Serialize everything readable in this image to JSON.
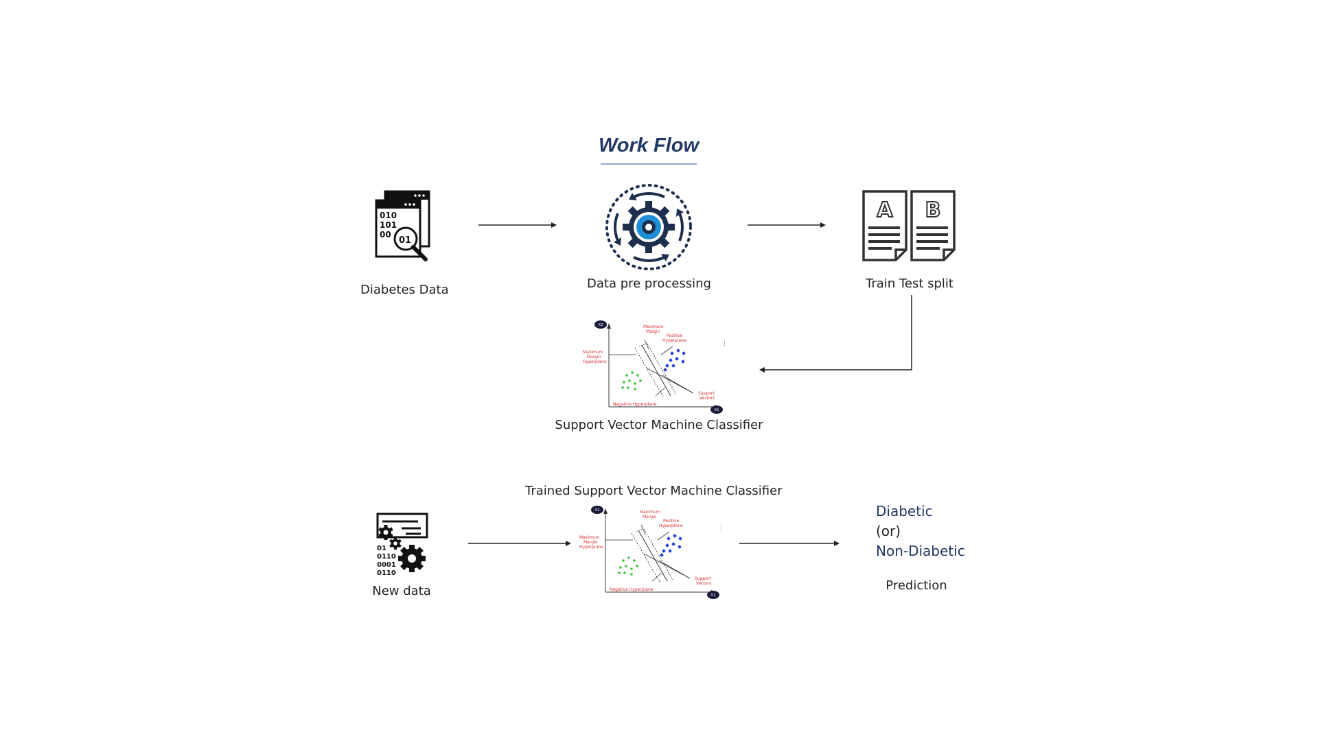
{
  "title": "Work Flow",
  "pipeline": {
    "diabetes_data_label": "Diabetes Data",
    "preprocessing_label": "Data pre processing",
    "train_test_label": "Train Test split",
    "svm_label": "Support Vector Machine Classifier"
  },
  "prediction_flow": {
    "trained_label": "Trained Support Vector Machine Classifier",
    "new_data_label": "New data",
    "result_line1": "Diabetic",
    "result_line2": "(or)",
    "result_line3": "Non-Diabetic",
    "prediction_label": "Prediction"
  },
  "icons": {
    "data_file_digits": [
      "010",
      "101",
      "00",
      "01"
    ],
    "new_data_digits": [
      "01",
      "0110",
      "0001",
      "0110"
    ],
    "split_letters": [
      "A",
      "B"
    ]
  },
  "svm_diagram": {
    "axis_x": "X1",
    "axis_y": "X2",
    "maximum_margin": "Maximum Margin",
    "positive_hyperplane": "Positive Hyperplane",
    "maximum_margin_hyperplane": "Maximum Margin Hyperplane",
    "negative_hyperplane": "Negative Hyperplane",
    "support_vectors": "Support Vectors"
  }
}
